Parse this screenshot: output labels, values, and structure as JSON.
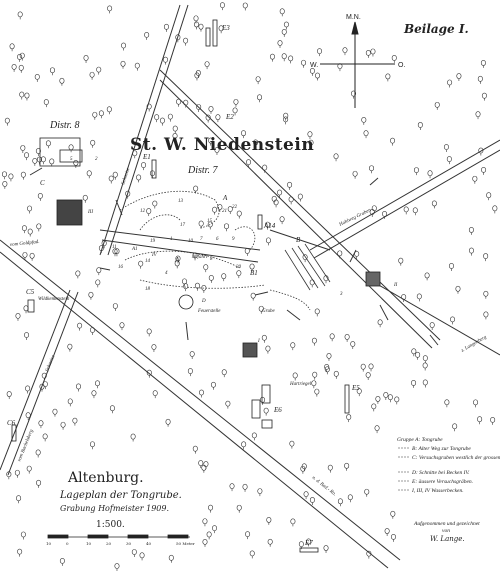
{
  "supplement_label": "Beilage I.",
  "compass": {
    "north": "M.N.",
    "west": "W.",
    "east": "O."
  },
  "forest": {
    "name": "St. W. Niedenstein",
    "district_7": "Distr. 7",
    "district_8": "Distr. 8"
  },
  "title": {
    "place": "Altenburg.",
    "subtitle": "Lageplan der Tongrube.",
    "excavation": "Grabung Hofmeister 1909.",
    "scale": "1:500.",
    "scale_unit": "50 Meter"
  },
  "scale_bar_ticks": [
    "10",
    "0",
    "10",
    "20",
    "30",
    "40",
    "50 Meter"
  ],
  "road_labels": {
    "vom_goldpfad": "vom Goldpfad.",
    "vom_bachelsberg": "vom Bachelsberg",
    "schneise_left": "Schneise",
    "schneise_top": "Schneise",
    "pass_road": "n. d. Bad.- Ro.",
    "right_road": "z. Langenberg",
    "wagon_path": "Hohlweg Graben"
  },
  "site_labels": [
    "E1",
    "E2",
    "E3",
    "E5",
    "E6",
    "E7",
    "A",
    "A",
    "A1",
    "A14",
    "B",
    "B1",
    "C",
    "C5",
    "C6",
    "D",
    "I",
    "II",
    "III",
    "IV",
    "1",
    "2",
    "3",
    "4",
    "5",
    "6",
    "7",
    "8",
    "9",
    "10",
    "11",
    "12",
    "13",
    "14",
    "15",
    "16",
    "17",
    "18",
    "19",
    "20",
    "21",
    "22"
  ],
  "notes": {
    "feuerstelle": "Feuerstelle",
    "hartriegel": "Hartriegel",
    "grube": "Grube",
    "wildkemenstein": "Wildkemenstein",
    "abfahrt": "Abfahrt"
  },
  "legend": {
    "heading": "Gruppe A: Tongrube",
    "items": [
      "B: Alter Weg zur Tongrube",
      "C: Versuchsgruben westlich der grossen Schneise.",
      "D: Schnitte bei Becken IV.",
      "E: äussere Versuchsgräben.",
      "I, III, IV Wasserbecken."
    ]
  },
  "credit": {
    "line1": "Aufgenommen und gezeichnet",
    "line2": "von",
    "line3": "W. Lange."
  }
}
